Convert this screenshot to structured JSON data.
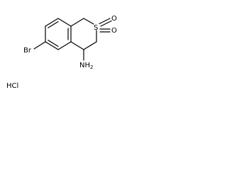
{
  "molecule": {
    "atoms": {
      "sulfur": "S",
      "oxygen_1": "O",
      "oxygen_2": "O",
      "bromine": "Br",
      "amine": "NH",
      "amine_subscript": "2"
    },
    "salt": "HCl",
    "colors": {
      "bond": "#000000",
      "text": "#000000",
      "background": "#ffffff"
    }
  }
}
